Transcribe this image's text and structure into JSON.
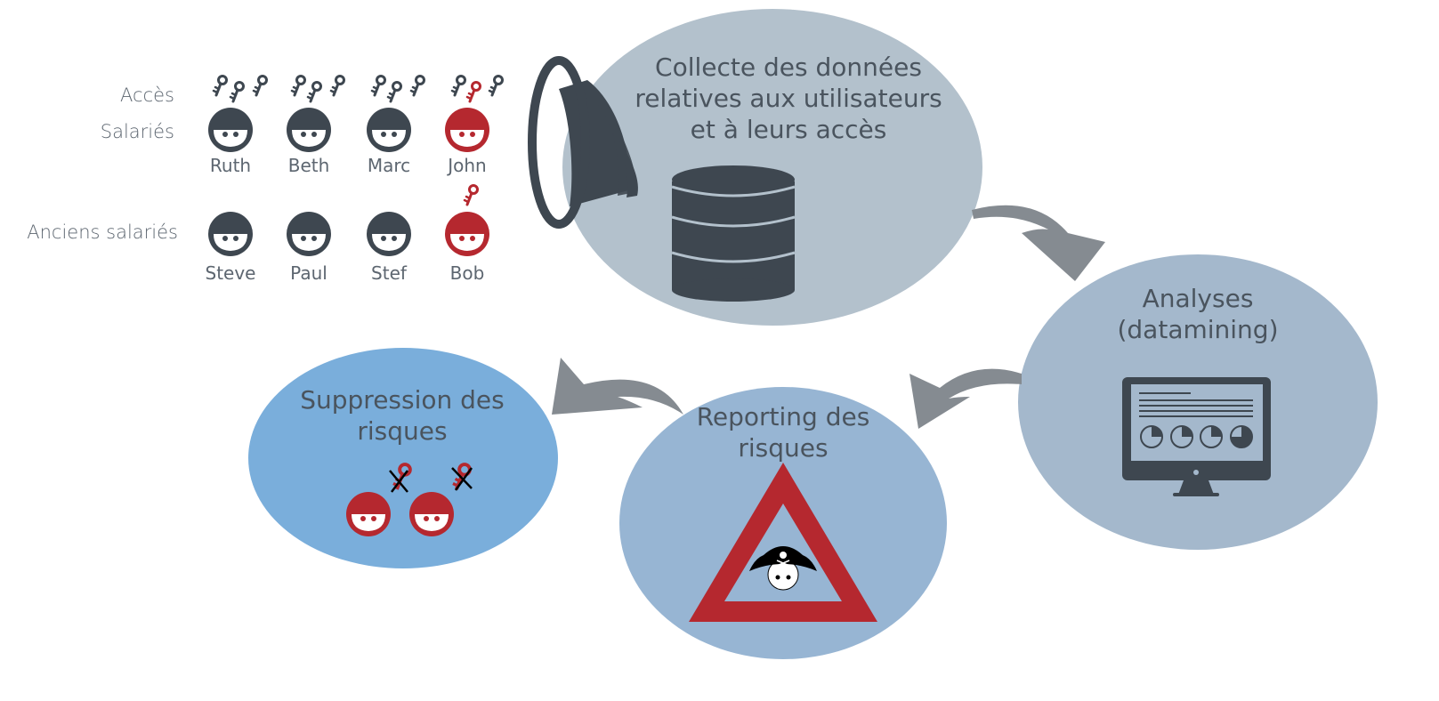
{
  "colors": {
    "dark": "#3e4750",
    "red": "#b5282f",
    "arrow": "#858b91",
    "bubble_collect": "#b3c1cc",
    "bubble_analyse": "#a4b8cc",
    "bubble_report": "#97b5d3",
    "bubble_suppress": "#7aaedb"
  },
  "legend": {
    "access_label": "Accès",
    "employees_label": "Salariés",
    "former_label": "Anciens salariés"
  },
  "employees": [
    {
      "name": "Ruth",
      "risk": false
    },
    {
      "name": "Beth",
      "risk": false
    },
    {
      "name": "Marc",
      "risk": false
    },
    {
      "name": "John",
      "risk": true
    }
  ],
  "former_employees": [
    {
      "name": "Steve",
      "risk": false
    },
    {
      "name": "Paul",
      "risk": false
    },
    {
      "name": "Stef",
      "risk": false
    },
    {
      "name": "Bob",
      "risk": true
    }
  ],
  "steps": {
    "collect": "Collecte des données\nrelatives aux utilisateurs\net à leurs accès",
    "analyse": "Analyses\n(datamining)",
    "report": "Reporting des\nrisques",
    "suppress": "Suppression des\nrisques"
  },
  "icons": {
    "collect": "database-icon",
    "collect_extra": "funnel-icon",
    "analyse": "monitor-dashboard-icon",
    "report": "warning-triangle-pirate-icon",
    "suppress": "revoked-key-icon",
    "access": "key-icon",
    "user": "user-face-icon"
  }
}
